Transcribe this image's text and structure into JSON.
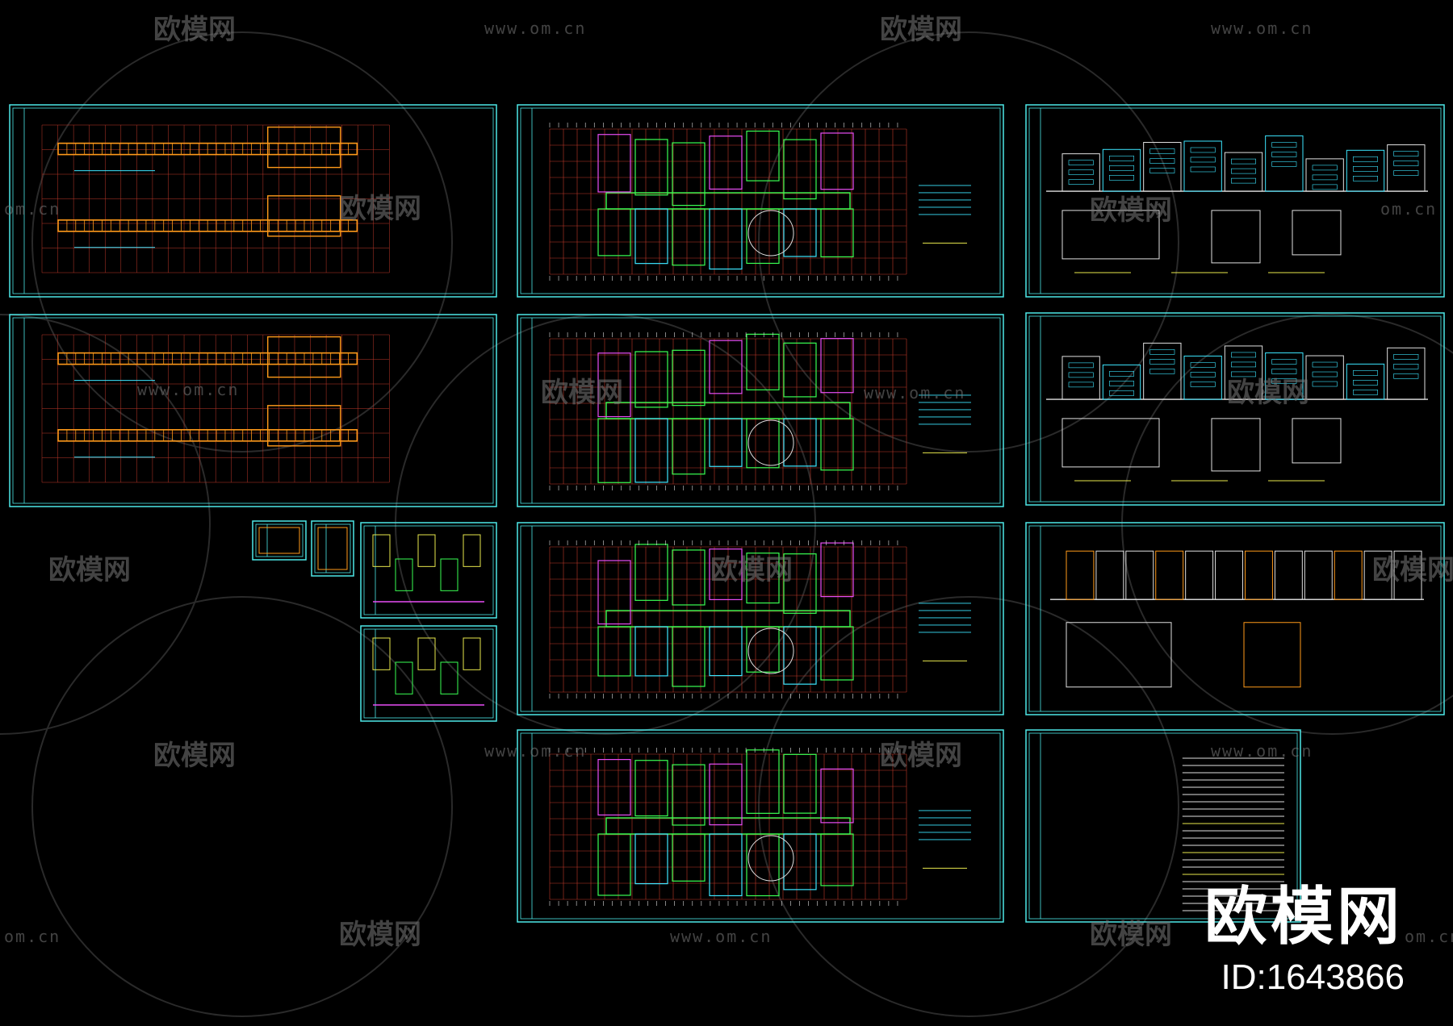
{
  "brand": {
    "name": "欧模网",
    "id": "ID:1643866"
  },
  "watermark": {
    "text": "欧模网",
    "url": "www.om.cn",
    "url_short": "om.cn"
  },
  "colors": {
    "background": "#000000",
    "sheet_border": "#4de8e8",
    "grid_red": "#c0392b",
    "wall_green": "#39ff52",
    "wall_cyan": "#3ce6ff",
    "wall_magenta": "#e84df5",
    "line_yellow": "#e8e84d",
    "line_orange": "#ff9a1a",
    "line_white": "#e0e0e0"
  }
}
